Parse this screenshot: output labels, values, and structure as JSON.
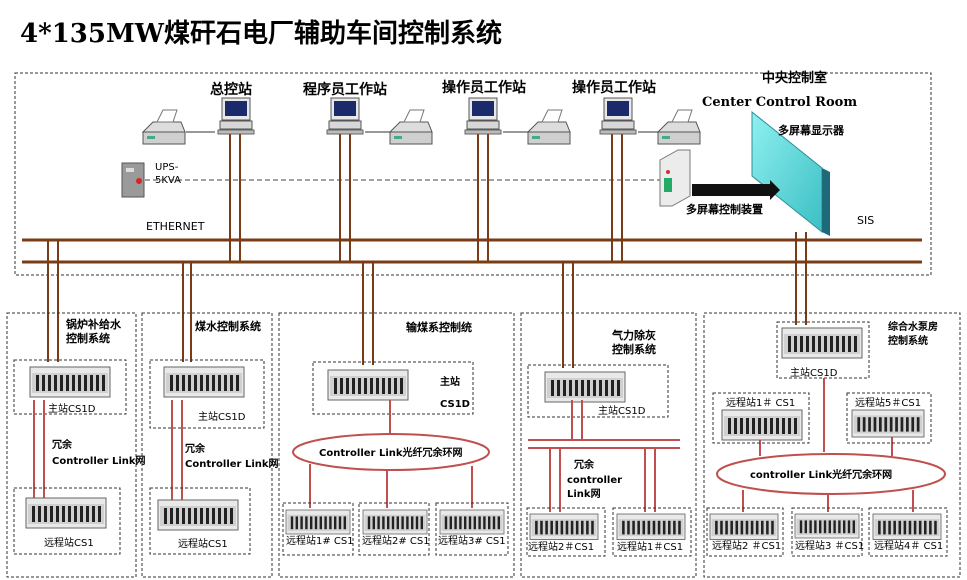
{
  "title": "4*135MW煤矸石电厂辅助车间控制系统",
  "top": {
    "stations": [
      "总控站",
      "程序员工作站",
      "操作员工作站",
      "操作员工作站"
    ],
    "control_room_cn": "中央控制室",
    "control_room_en": "Center Control Room",
    "display_wall": "多屏幕显示器",
    "display_controller": "多屏幕控制装置",
    "ups_line1": "UPS-",
    "ups_line2": "5KVA",
    "ethernet": "ETHERNET",
    "sis": "SIS"
  },
  "subsystems": {
    "boiler": {
      "title_l1": "锅炉补给水",
      "title_l2": "控制系统",
      "master": "主站CS1D",
      "redundant_l1": "冗余",
      "redundant_l2": "Controller Link网",
      "remote": "远程站CS1"
    },
    "coal_water": {
      "title": "煤水控制系统",
      "master": "主站CS1D",
      "redundant_l1": "冗余",
      "redundant_l2": "Controller Link网",
      "remote": "远程站CS1"
    },
    "coal_transport": {
      "title": "输煤系控制统",
      "master_l1": "主站",
      "master_l2": "CS1D",
      "ring": "Controller Link光纤冗余环网",
      "remotes": [
        "远程站1# CS1",
        "远程站2# CS1",
        "远程站3#  CS1"
      ]
    },
    "ash": {
      "title_l1": "气力除灰",
      "title_l2": "控制系统",
      "master": "主站CS1D",
      "redundant_l1": "冗余",
      "redundant_l2": "controller",
      "redundant_l3": "Link网",
      "remotes": [
        "远程站2＃CS1",
        "远程站1＃CS1"
      ]
    },
    "pump": {
      "title_l1": "综合水泵房",
      "title_l2": "控制系统",
      "master": "主站CS1D",
      "ring": "controller Link光纤冗余环网",
      "remotes_top": [
        "远程站1＃ CS1",
        "远程站5＃CS1"
      ],
      "remotes_bottom": [
        "远程站2 ＃CS1",
        "远程站3 ＃CS1",
        "远程站4＃ CS1"
      ]
    }
  },
  "colors": {
    "bus": "#7a3c16",
    "redundant_link": "#c0504d",
    "display_wall": "#5ad0d0"
  }
}
